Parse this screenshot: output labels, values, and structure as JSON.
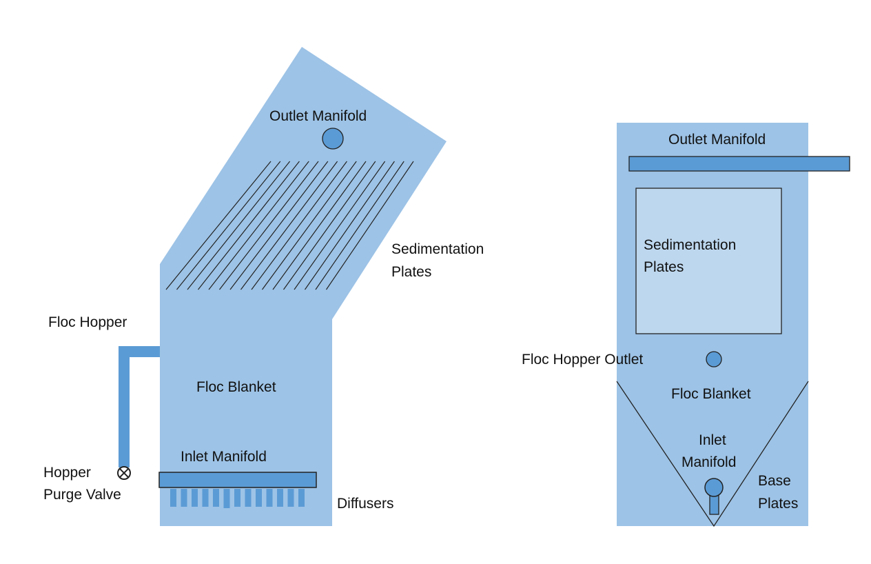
{
  "colors": {
    "tank": "#9DC3E6",
    "pipe": "#5B9BD5",
    "plate_box": "#BDD7EE",
    "line": "#222222"
  },
  "side_view": {
    "outlet_manifold": "Outlet Manifold",
    "sedimentation_plates_line1": "Sedimentation",
    "sedimentation_plates_line2": "Plates",
    "floc_hopper": "Floc Hopper",
    "floc_blanket": "Floc Blanket",
    "inlet_manifold": "Inlet Manifold",
    "hopper_purge_valve_line1": "Hopper",
    "hopper_purge_valve_line2": "Purge Valve",
    "diffusers": "Diffusers",
    "valve_icon": "valve-x-icon"
  },
  "front_view": {
    "outlet_manifold": "Outlet Manifold",
    "sedimentation_plates_line1": "Sedimentation",
    "sedimentation_plates_line2": "Plates",
    "floc_hopper_outlet": "Floc Hopper Outlet",
    "floc_blanket": "Floc Blanket",
    "inlet_manifold_line1": "Inlet",
    "inlet_manifold_line2": "Manifold",
    "base_plates_line1": "Base",
    "base_plates_line2": "Plates"
  }
}
